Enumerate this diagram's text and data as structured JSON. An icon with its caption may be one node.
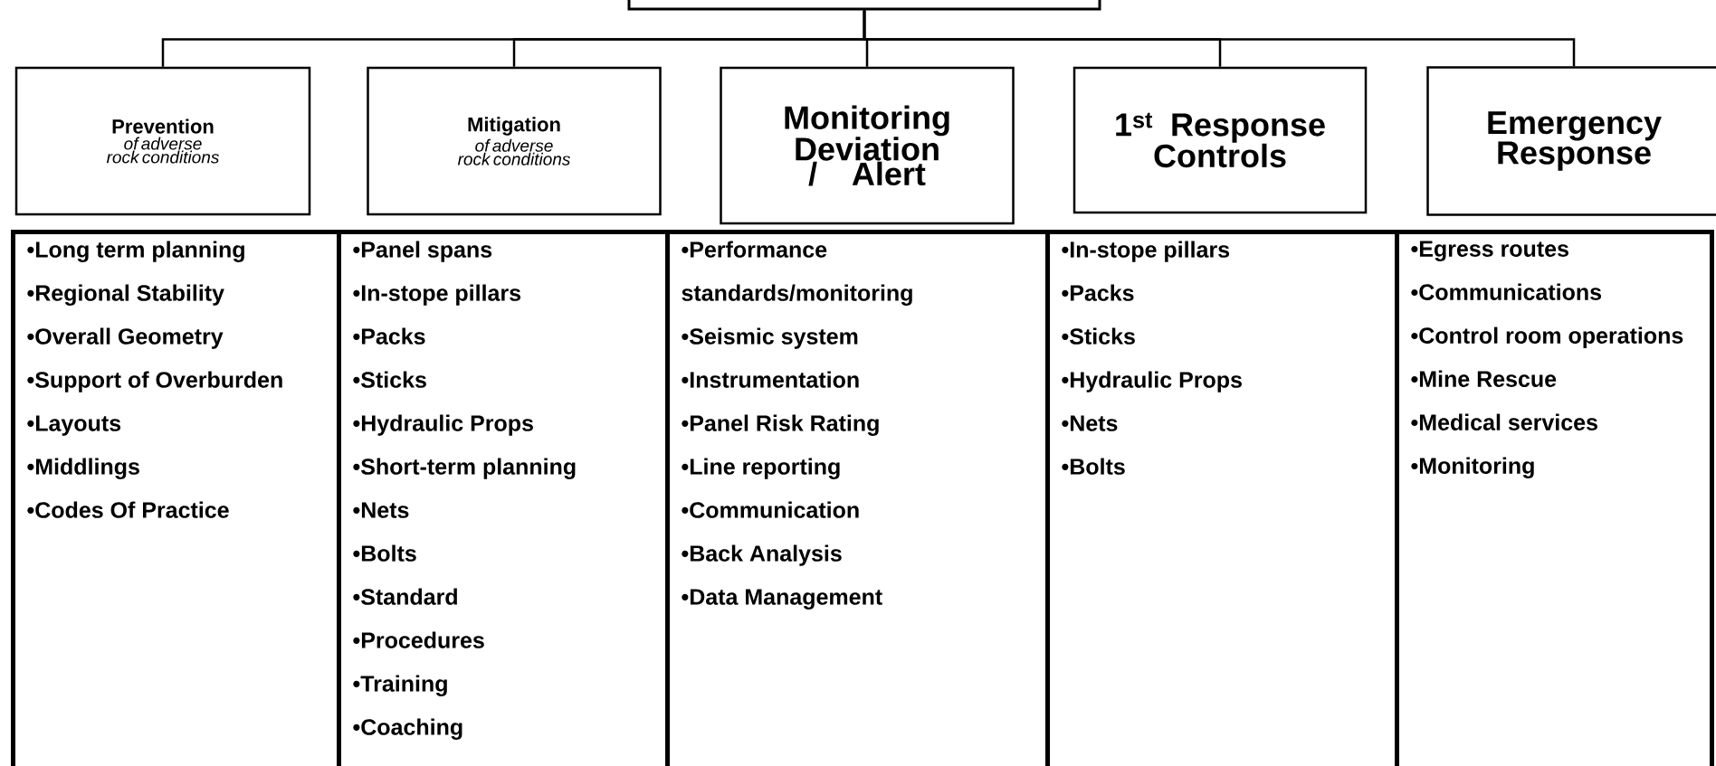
{
  "diagram": {
    "nodes": [
      {
        "text": [],
        "shape": "box"
      },
      {
        "text": [
          "Prevention",
          "of adverse rock conditions"
        ]
      },
      {
        "text": [
          "Mitigation",
          "of adverse rock conditions"
        ]
      },
      {
        "text": [
          "Monitoring Deviation / Alert"
        ]
      },
      {
        "text": [
          "1$^{st}$ Response Controls"
        ]
      },
      {
        "text": [
          "Emergency Response"
        ]
      },
      {
        "text": [
          "•Long term planning",
          "•Regional Stability",
          "•Overall Geometry",
          "•Support of Overburden",
          "•Layouts",
          "•Middlings",
          "•Codes Of Practice"
        ]
      },
      {
        "text": [
          "•Panel spans",
          "•In-stope pillars",
          "•Packs",
          "•Sticks",
          "•Hydraulic Props",
          "•Short-term planning",
          "•Nets",
          "•Bolts",
          "•Standard",
          "•Procedures",
          "•Training",
          "•Coaching"
        ]
      },
      {
        "text": [
          "•Performance standards/monitoring",
          "•Seismic system",
          "•Instrumentation",
          "•Panel Risk Rating",
          "•Line reporting",
          "•Communication",
          "•Back Analysis",
          "•Data Management"
        ]
      },
      {
        "text": [
          "•In-stope pillars",
          "•Packs",
          "•Sticks",
          "•Hydraulic Props",
          "•Nets",
          "•Bolts"
        ]
      },
      {
        "text": [
          "•Egress routes",
          "•Communications",
          "•Control room operations",
          "•Mine Rescue",
          "•Medical services",
          "•Monitoring"
        ]
      }
    ],
    "edges": [
      {
        "from": 0,
        "to": 1,
        "arrow": "none"
      },
      {
        "from": 0,
        "to": 2,
        "arrow": "none"
      },
      {
        "from": 0,
        "to": 3,
        "arrow": "none"
      },
      {
        "from": 0,
        "to": 4,
        "arrow": "none"
      },
      {
        "from": 0,
        "to": 5,
        "arrow": "none"
      }
    ]
  }
}
